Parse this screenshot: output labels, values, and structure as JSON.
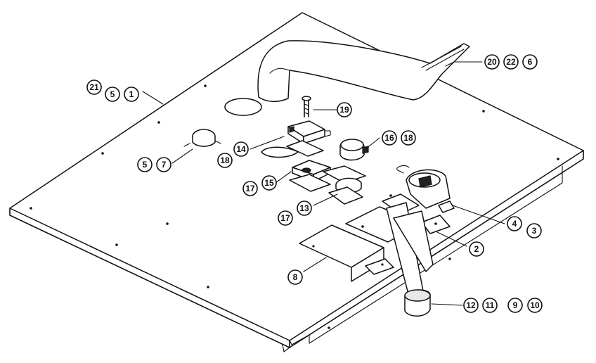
{
  "callouts": [
    {
      "id": "g-21-5-1",
      "numbers": [
        "21",
        "5",
        "1"
      ]
    },
    {
      "id": "g-20-22-6",
      "numbers": [
        "20",
        "22",
        "6"
      ]
    },
    {
      "id": "g-19",
      "numbers": [
        "19"
      ]
    },
    {
      "id": "g-5-7",
      "numbers": [
        "5",
        "7"
      ]
    },
    {
      "id": "g-14",
      "numbers": [
        "14"
      ]
    },
    {
      "id": "g-18",
      "numbers": [
        "18"
      ]
    },
    {
      "id": "g-16-18",
      "numbers": [
        "16",
        "18"
      ]
    },
    {
      "id": "g-17-15",
      "numbers": [
        "17",
        "15"
      ]
    },
    {
      "id": "g-17-13",
      "numbers": [
        "17",
        "13"
      ]
    },
    {
      "id": "g-4-3",
      "numbers": [
        "4",
        "3"
      ]
    },
    {
      "id": "g-2",
      "numbers": [
        "2"
      ]
    },
    {
      "id": "g-8",
      "numbers": [
        "8"
      ]
    },
    {
      "id": "g-12-11-9-10",
      "numbers": [
        "12",
        "11",
        "9",
        "10"
      ]
    }
  ]
}
